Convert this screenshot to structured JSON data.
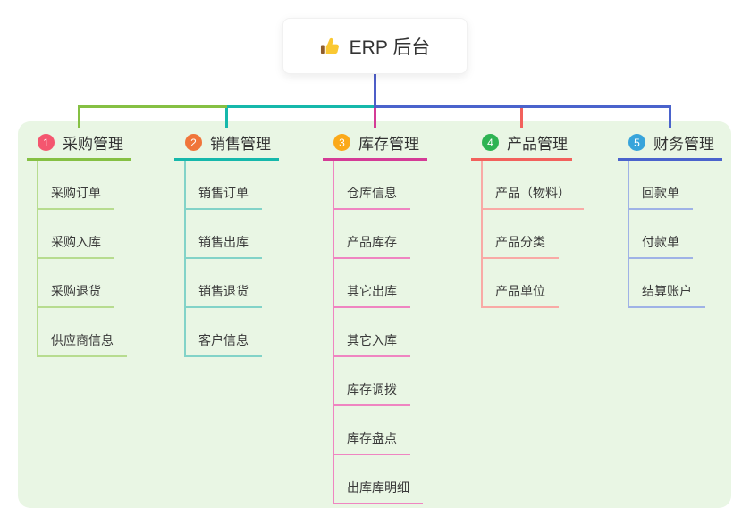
{
  "root": {
    "title": "ERP 后台",
    "icon": "thumbs-up-icon",
    "icon_colors": {
      "hand": "#fac832",
      "cuff": "#8f5d2c"
    }
  },
  "canvas": {
    "panel_color": "#e9f6e4",
    "trunk_color": "#4e5ec8"
  },
  "branches": [
    {
      "number": "1",
      "title": "采购管理",
      "badge_color": "#f4566f",
      "line_color": "#85c043",
      "child_line_color": "#b7dc8f",
      "children": [
        "采购订单",
        "采购入库",
        "采购退货",
        "供应商信息"
      ]
    },
    {
      "number": "2",
      "title": "销售管理",
      "badge_color": "#f0753a",
      "line_color": "#16b8ab",
      "child_line_color": "#82d3c8",
      "children": [
        "销售订单",
        "销售出库",
        "销售退货",
        "客户信息"
      ]
    },
    {
      "number": "3",
      "title": "库存管理",
      "badge_color": "#fba919",
      "line_color": "#d43b96",
      "child_line_color": "#ef85c1",
      "children": [
        "仓库信息",
        "产品库存",
        "其它出库",
        "其它入库",
        "库存调拨",
        "库存盘点",
        "出库库明细"
      ]
    },
    {
      "number": "4",
      "title": "产品管理",
      "badge_color": "#2eb353",
      "line_color": "#f2615c",
      "child_line_color": "#f9aaa6",
      "children": [
        "产品（物料）",
        "产品分类",
        "产品单位"
      ]
    },
    {
      "number": "5",
      "title": "财务管理",
      "badge_color": "#38a4db",
      "line_color": "#4a63cc",
      "child_line_color": "#9fb2e6",
      "children": [
        "回款单",
        "付款单",
        "结算账户"
      ]
    }
  ]
}
